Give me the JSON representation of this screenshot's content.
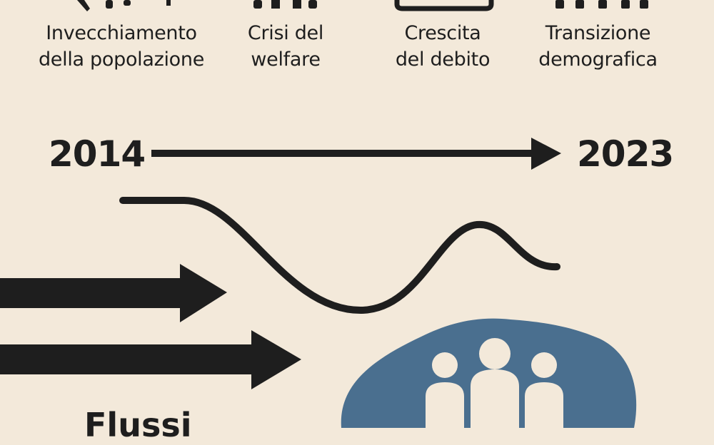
{
  "themes": [
    {
      "line1": "Invecchiamento",
      "line2": "della popolazione"
    },
    {
      "line1": "Crisi del",
      "line2": "welfare"
    },
    {
      "line1": "Crescita",
      "line2": "del debito"
    },
    {
      "line1": "Transizione",
      "line2": "demografica"
    }
  ],
  "timeline": {
    "start": "2014",
    "end": "2023"
  },
  "bottom_label": "Flussi",
  "colors": {
    "background": "#f3e9da",
    "ink": "#1e1e1e",
    "cloud": "#4a6f8f",
    "people": "#f3e9da"
  },
  "icons": [
    "elderly-icon",
    "welfare-icon",
    "debt-icon",
    "demographic-icon",
    "people-group-icon"
  ]
}
